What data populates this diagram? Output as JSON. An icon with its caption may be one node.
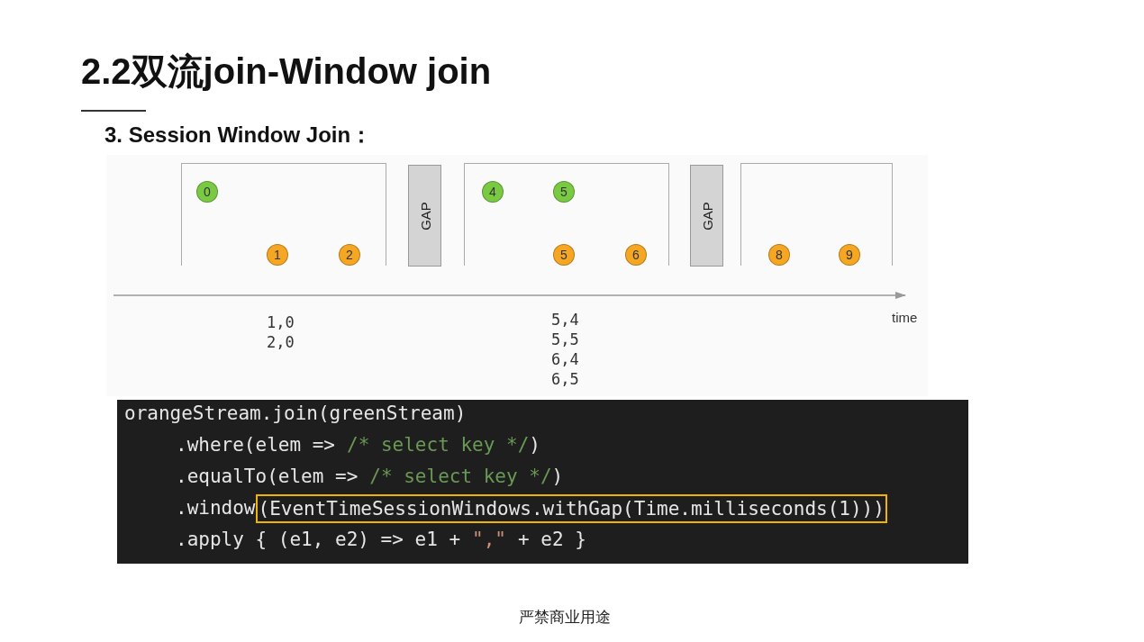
{
  "diagram": {
    "title": "2.2双流join-Window join",
    "nodes": [
      {
        "text": [],
        "shape": "box"
      },
      {
        "text": [
          "0"
        ],
        "in": 0
      },
      {
        "text": [
          "1"
        ],
        "in": 0
      },
      {
        "text": [
          "2"
        ],
        "in": 0
      },
      {
        "text": [
          "GAP"
        ]
      },
      {
        "text": [],
        "shape": "box"
      },
      {
        "text": [
          "4"
        ],
        "in": 5
      },
      {
        "text": [
          "5"
        ],
        "in": 5
      },
      {
        "text": [
          "5"
        ],
        "in": 5
      },
      {
        "text": [
          "6"
        ],
        "in": 5
      },
      {
        "text": [
          "GAP"
        ]
      },
      {
        "text": [],
        "shape": "box"
      },
      {
        "text": [
          "8"
        ],
        "in": 11
      },
      {
        "text": [
          "9"
        ],
        "in": 11
      }
    ],
    "edges": [],
    "labels": [
      "3. Session Window Join：",
      "1,0",
      "2,0",
      "5,4",
      "5,5",
      "6,4",
      "6,5",
      "time",
      "orangeStream.join(greenStream)",
      ".where(elem =>",
      "/* select key */",
      ")",
      ".equalTo(elem =>",
      "/* select key */",
      ")",
      ".window",
      "(EventTimeSessionWindows.withGap(Time.milliseconds(1)))",
      ".apply { (e1, e2) => e1 +",
      "\",\"",
      "+ e2 }",
      "严禁商业用途"
    ]
  }
}
